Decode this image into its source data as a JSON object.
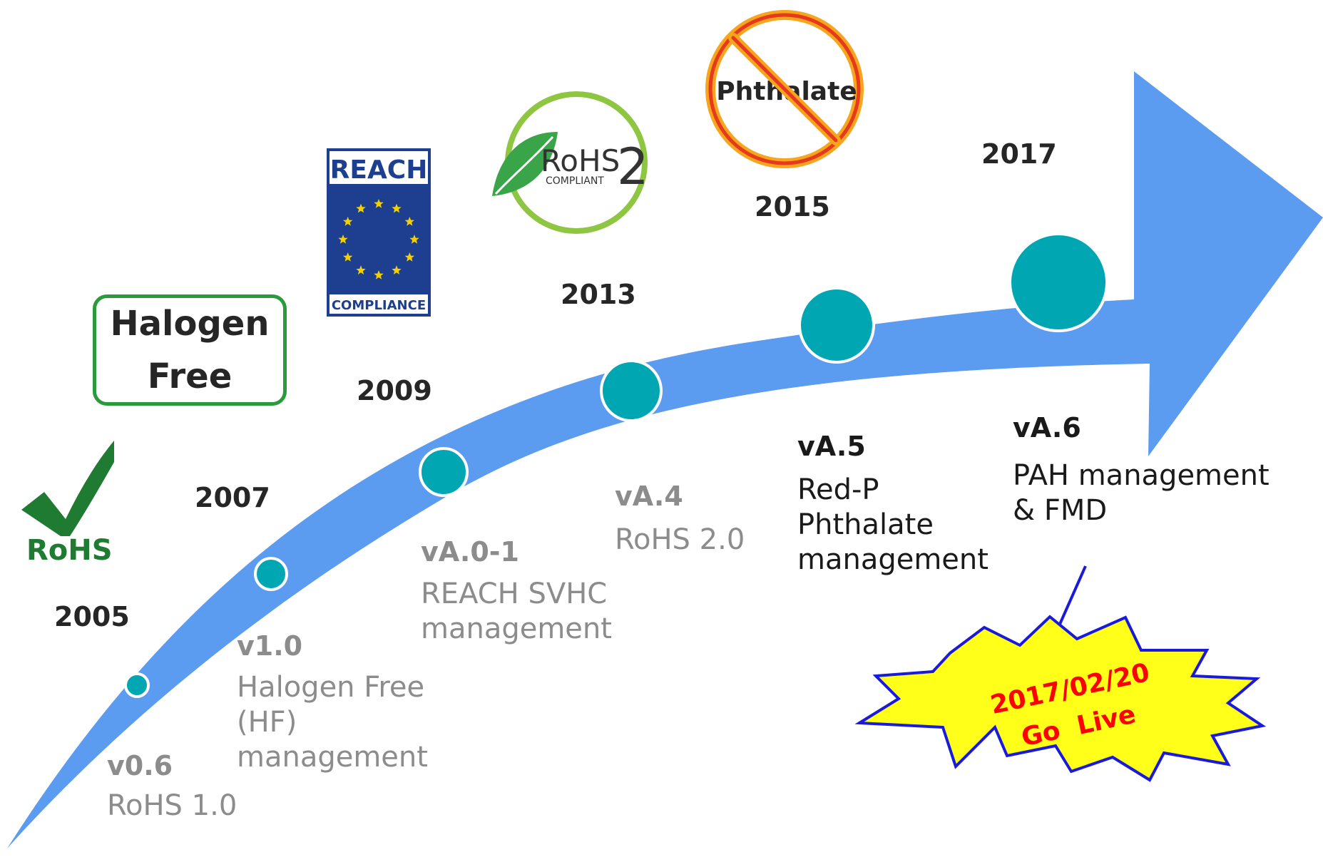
{
  "colors": {
    "arrow": "#5b9bf0",
    "node_fill": "#00a6b2",
    "node_stroke": "#ffffff",
    "halogen_border": "#2a9a3c",
    "rohs_green": "#1f7a32",
    "reach_blue": "#1e3f8f",
    "eu_star": "#f5d000",
    "rohs2_ring": "#8ec641",
    "ban_red": "#e63a1e",
    "ban_orange": "#f7a51c",
    "burst_fill": "#ffff1a",
    "burst_stroke": "#1a1adc",
    "burst_text": "#ff0000"
  },
  "logos": {
    "rohs": {
      "text": "RoHS",
      "icon": "check-mark"
    },
    "halogen_free": {
      "line1": "Halogen",
      "line2": "Free"
    },
    "reach": {
      "top": "REACH",
      "bottom": "COMPLIANCE",
      "icon": "eu-stars"
    },
    "rohs2": {
      "main": "RoHS",
      "num": "2",
      "sub": "COMPLIANT",
      "icon": "leaf"
    },
    "phthalate": {
      "text": "Phthalate",
      "icon": "prohibition-sign"
    }
  },
  "milestones": [
    {
      "year": "2005",
      "version": "v0.6",
      "description": "RoHS 1.0",
      "style": "grey"
    },
    {
      "year": "2007",
      "version": "v1.0",
      "description": "Halogen Free\n(HF)\nmanagement",
      "style": "grey"
    },
    {
      "year": "2009",
      "version": "vA.0-1",
      "description": "REACH SVHC\nmanagement",
      "style": "grey"
    },
    {
      "year": "2013",
      "version": "vA.4",
      "description": "RoHS 2.0",
      "style": "grey"
    },
    {
      "year": "2015",
      "version": "vA.5",
      "description": "Red-P\nPhthalate\nmanagement",
      "style": "dark"
    },
    {
      "year": "2017",
      "version": "vA.6",
      "description": "PAH management\n& FMD",
      "style": "dark"
    }
  ],
  "callout": {
    "line1": "2017/02/20",
    "line2": "Go  Live"
  }
}
